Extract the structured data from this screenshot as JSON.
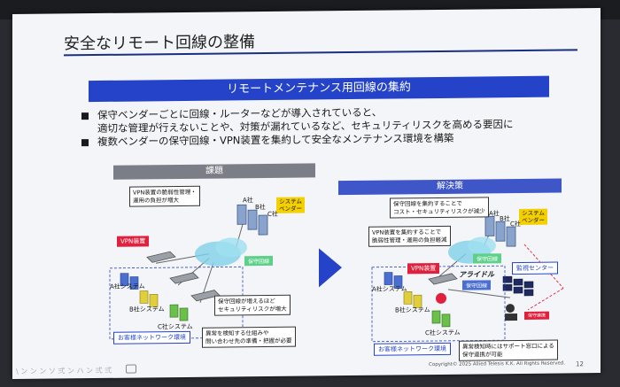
{
  "slide": {
    "title": "安全なリモート回線の整備",
    "banner": "リモートメンテナンス用回線の集約",
    "bullets": [
      {
        "line1": "保守ベンダーごとに回線・ルーターなどが導入されていると、",
        "line2": "適切な管理が行えないことや、対策が漏れているなど、セキュリティリスクを高める要因に"
      },
      {
        "line1": "複数ベンダーの保守回線・VPN装置を集約して安全なメンテナンス環境を構築",
        "line2": ""
      }
    ],
    "footer": "Copyright© 2025 Allied Telesis K.K. All Rights Reserved.",
    "page": "12",
    "bottom_text": "\\ ン ン ン ソ 弍 ン ハ ン 弍 弍"
  },
  "left": {
    "heading": "課題",
    "callout1": [
      "VPN装置の脆弱性管理・",
      "運用の負担が増大"
    ],
    "callout2": [
      "保守回線が増えるほど",
      "セキュリティリスクが増大"
    ],
    "callout3": [
      "異常を検知する仕組みや",
      "問い合わせ先の準備・把握が必要"
    ],
    "vpn": "VPN装置",
    "vendor": [
      "システム",
      "ベンダー"
    ],
    "a": "A社",
    "b": "B社",
    "c": "C社",
    "cloud": "保守回線",
    "sys_a": "A社システム",
    "sys_b": "B社システム",
    "sys_c": "C社システム",
    "env": "お客様ネットワーク環境"
  },
  "right": {
    "heading": "解決策",
    "callout1": [
      "保守回線を集約することで",
      "コスト・セキュリティリスクが減少"
    ],
    "callout2": [
      "VPN装置を集約することで",
      "脆弱性管理・運用の負担軽減"
    ],
    "callout3": [
      "異常検知時にはサポート窓口による",
      "保守連携が可能"
    ],
    "vpn": "VPN装置",
    "vendor": [
      "システム",
      "ベンダー"
    ],
    "a": "A社",
    "b": "B社",
    "c": "C社",
    "cloud": "保守回線",
    "logo": "アライドル",
    "logo_tag": "保守回線",
    "monitor": "監視センター",
    "notify": "保守連携",
    "sys_a": "A社システム",
    "sys_b": "B社システム",
    "sys_c": "C社システム",
    "env": "お客様ネットワーク環境"
  }
}
